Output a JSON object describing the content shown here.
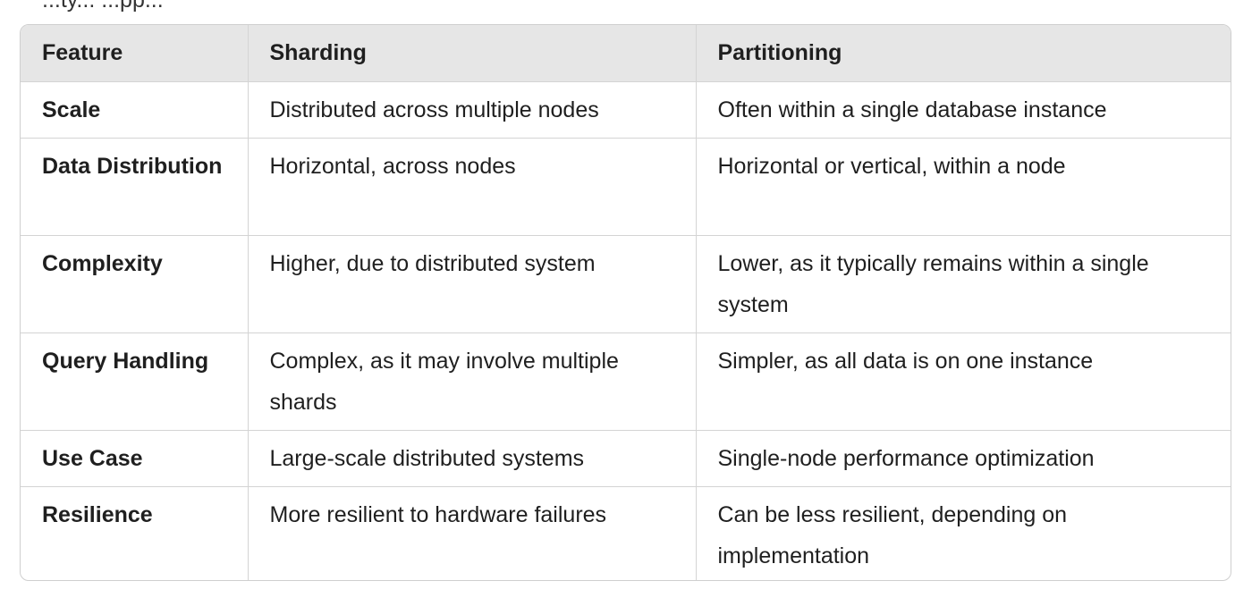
{
  "top_fragment": "...ty... ...pp...",
  "table": {
    "headers": [
      "Feature",
      "Sharding",
      "Partitioning"
    ],
    "rows": [
      [
        "Scale",
        "Distributed across multiple nodes",
        "Often within a single database instance"
      ],
      [
        "Data Distribution",
        "Horizontal, across nodes",
        "Horizontal or vertical, within a node"
      ],
      [
        "Complexity",
        "Higher, due to distributed system",
        "Lower, as it typically remains within a single system"
      ],
      [
        "Query Handling",
        "Complex, as it may involve multiple shards",
        "Simpler, as all data is on one instance"
      ],
      [
        "Use Case",
        "Large-scale distributed systems",
        "Single-node performance optimization"
      ],
      [
        "Resilience",
        "More resilient to hardware failures",
        "Can be less resilient, depending on implementation"
      ]
    ]
  },
  "colors": {
    "header_bg": "#e6e6e6",
    "border": "#d4d4d4",
    "text": "#1f1f1f"
  }
}
